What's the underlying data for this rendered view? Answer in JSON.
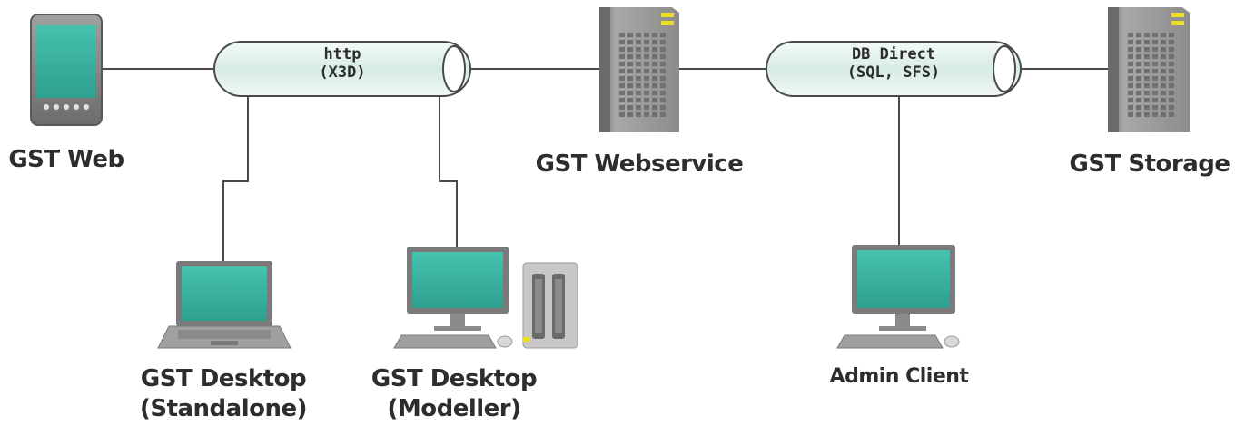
{
  "nodes": {
    "gst_web": {
      "label": "GST Web"
    },
    "gst_webservice": {
      "label": "GST Webservice"
    },
    "gst_storage": {
      "label": "GST Storage"
    },
    "desktop_standalone": {
      "line1": "GST Desktop",
      "line2": "(Standalone)"
    },
    "desktop_modeller": {
      "line1": "GST Desktop",
      "line2": "(Modeller)"
    },
    "admin_client": {
      "label": "Admin Client"
    }
  },
  "connections": {
    "http": {
      "line1": "http",
      "line2": "(X3D)"
    },
    "db_direct": {
      "line1": "DB Direct",
      "line2": "(SQL, SFS)"
    }
  },
  "colors": {
    "screen": "#3cb4a0",
    "device_gray": "#8a8a8a",
    "pipe_fill": "#e6f3ee",
    "line": "#4a4a4a",
    "indicator": "#e8e020"
  }
}
